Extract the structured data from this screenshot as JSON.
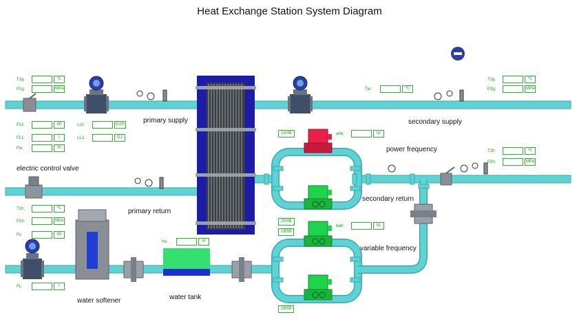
{
  "title": "Heat Exchange Station System Diagram",
  "labels": {
    "primary_supply": "primary supply",
    "secondary_supply": "secondary supply",
    "power_frequency": "power frequency",
    "electric_control_valve": "electric control valve",
    "secondary_return": "secondary return",
    "primary_return": "primary return",
    "variable_frequency": "variable frequency",
    "water_softener": "water softener",
    "water_tank": "water tank"
  },
  "readouts": {
    "t1g": {
      "name": "T1g:",
      "unit": "℃"
    },
    "p1g": {
      "name": "P1g:",
      "unit": "MPa"
    },
    "fs1": {
      "name": "Fs1:",
      "unit": "t/h"
    },
    "ls1": {
      "name": "Ls1:",
      "unit": "GJ/h"
    },
    "fl1": {
      "name": "FL1:",
      "unit": "t"
    },
    "ll1": {
      "name": "LL1:",
      "unit": "GJ"
    },
    "fw": {
      "name": "Fw:",
      "unit": "%"
    },
    "t1h": {
      "name": "T1h:",
      "unit": "℃"
    },
    "p1h": {
      "name": "P1h:",
      "unit": "Mpa"
    },
    "fs": {
      "name": "Fs:",
      "unit": "t/h"
    },
    "fl": {
      "name": "FL:",
      "unit": "t"
    },
    "tw": {
      "name": "Tw:",
      "unit": "℃"
    },
    "t2g": {
      "name": "T2g:",
      "unit": "℃"
    },
    "p2g": {
      "name": "P2g:",
      "unit": "MPa"
    },
    "t2h": {
      "name": "T2h:",
      "unit": "℃"
    },
    "p2h": {
      "name": "P2h:",
      "unit": "MPa"
    },
    "ahb": {
      "name": "ahb:",
      "unit": "hz"
    },
    "bab": {
      "name": "bab:",
      "unit": "hz"
    },
    "yw": {
      "name": "Yw:",
      "unit": "m"
    }
  },
  "pumps": {
    "p1": "1KHB",
    "p2": "2KHB",
    "p3": "1BSB",
    "p4": "2BSB"
  },
  "colors": {
    "pipe": "#5fd3d3",
    "pipe_edge": "#3aa8ae",
    "exchanger": "#1c1ca8",
    "pump_power": "#e8204a",
    "pump_variable": "#1fd34a",
    "tank": "#33e070",
    "tank_base": "#1d2fd0"
  }
}
